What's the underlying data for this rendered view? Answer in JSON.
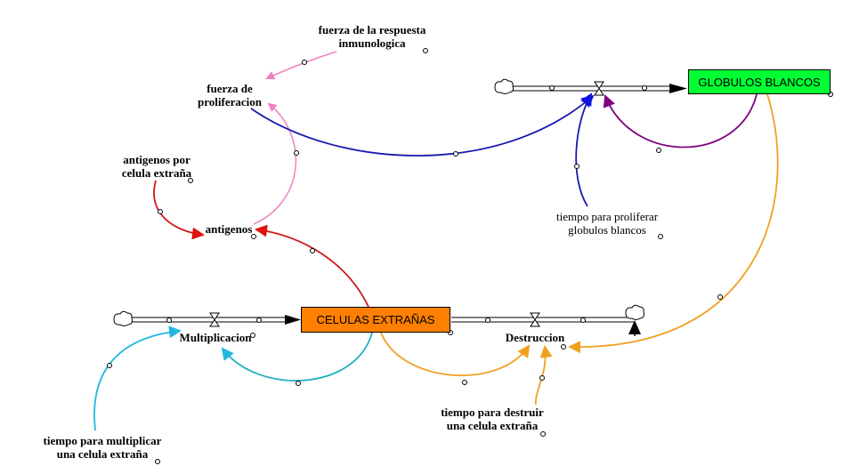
{
  "stocks": {
    "white_cells": {
      "label": "GLOBULOS BLANCOS",
      "color": "#00ff33"
    },
    "foreign_cells": {
      "label": "CELULAS EXTRAÑAS",
      "color": "#ff8000"
    }
  },
  "flows": {
    "proliferation": {
      "label": ""
    },
    "multiplication": {
      "label": "Multiplicacion"
    },
    "destruction": {
      "label": "Destruccion"
    }
  },
  "variables": {
    "response_strength": "fuerza de la respuesta\ninmunologica",
    "proliferation_strength": "fuerza de\nproliferacion",
    "antigens_per_cell": "antigenos por\ncelula extraña",
    "antigens": "antigenos",
    "time_to_proliferate": "tiempo para proliferar\nglobulos blancos",
    "time_to_destroy": "tiempo para destruir\nuna celula extraña",
    "time_to_multiply": "tiempo para multiplicar\nuna celula extraña"
  },
  "link_colors": {
    "pink": "#f080c0",
    "blue": "#1010c0",
    "purple": "#800080",
    "red": "#e01010",
    "orange": "#f0a020",
    "cyan": "#20b8c8",
    "black": "#000000"
  }
}
